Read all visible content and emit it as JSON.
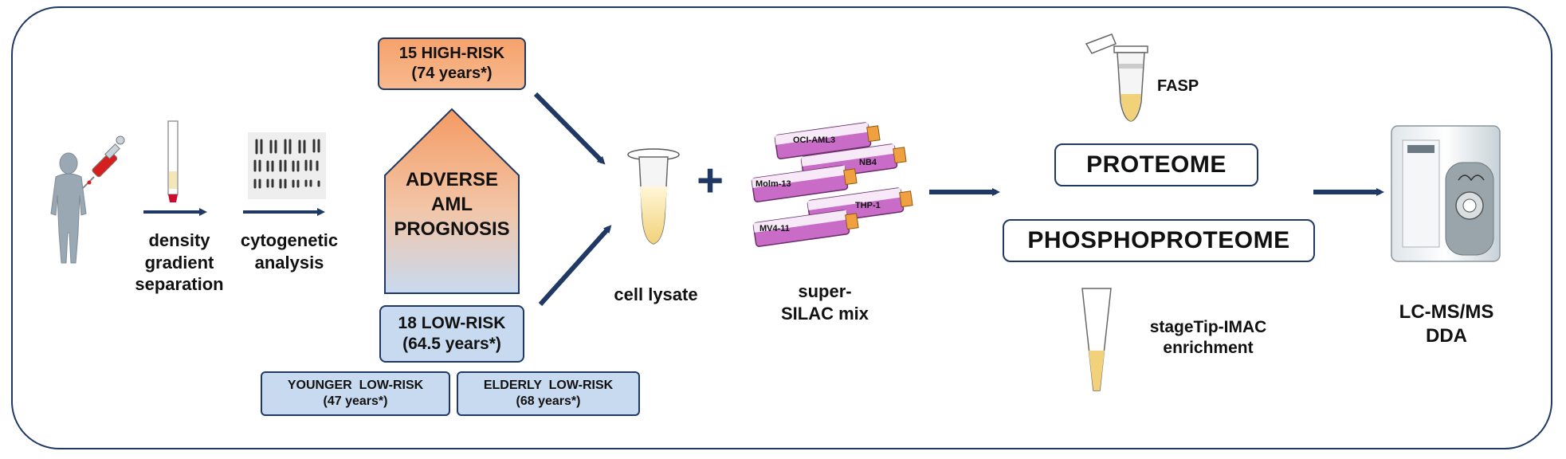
{
  "steps": {
    "density": [
      "density",
      "gradient",
      "separation"
    ],
    "cytogenetic": [
      "cytogenetic",
      "analysis"
    ],
    "cell_lysate": "cell lysate",
    "super_silac": [
      "super-",
      "SILAC mix"
    ],
    "fasp": "FASP",
    "stagetip": [
      "stageTip-IMAC",
      "enrichment"
    ],
    "lcms": [
      "LC-MS/MS",
      "DDA"
    ]
  },
  "groups": {
    "high_risk": [
      "15 HIGH-RISK",
      "(74 years*)"
    ],
    "adverse": [
      "ADVERSE",
      "AML",
      "PROGNOSIS"
    ],
    "low_risk": [
      "18 LOW-RISK",
      "(64.5 years*)"
    ],
    "younger": [
      "YOUNGER  LOW-RISK",
      "(47 years*)"
    ],
    "elderly": [
      "ELDERLY  LOW-RISK",
      "(68 years*)"
    ]
  },
  "cell_lines": [
    "OCI-AML3",
    "NB4",
    "Molm-13",
    "THP-1",
    "MV4-11"
  ],
  "outputs": {
    "proteome": "PROTEOME",
    "phosphoproteome": "PHOSPHOPROTEOME"
  },
  "plus_sign": "+",
  "colors": {
    "border": "#1f3864",
    "high_risk": "#f6a26c",
    "low_risk": "#c8daf0",
    "flask": "#c86cc8",
    "cap": "#f0a040"
  }
}
